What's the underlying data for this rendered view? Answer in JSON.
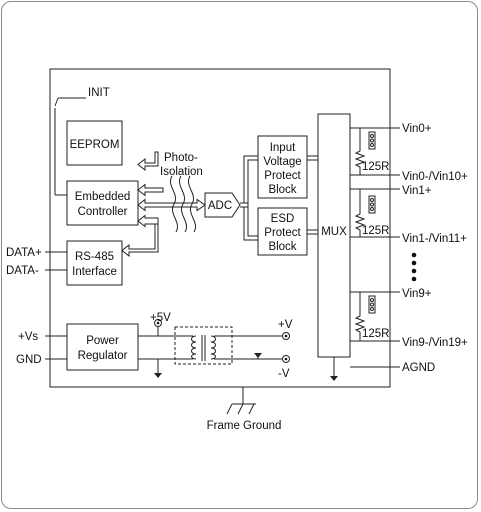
{
  "blocks": {
    "eeprom": "EEPROM",
    "embedded_controller": [
      "Embedded",
      "Controller"
    ],
    "rs485_interface": [
      "RS-485",
      "Interface"
    ],
    "power_regulator": [
      "Power",
      "Regulator"
    ],
    "adc": "ADC",
    "input_voltage_protect": [
      "Input",
      "Voltage",
      "Protect",
      "Block"
    ],
    "esd_protect": [
      "ESD",
      "Protect",
      "Block"
    ],
    "mux": "MUX"
  },
  "labels": {
    "init": "INIT",
    "photo_isolation": [
      "Photo-",
      "Isolation"
    ],
    "frame_ground": "Frame Ground",
    "plus5v": "+5V",
    "plus_v": "+V",
    "minus_v": "-V",
    "resistor": "125R"
  },
  "pins_left": {
    "data_plus": "DATA+",
    "data_minus": "DATA-",
    "vs": "+Vs",
    "gnd": "GND"
  },
  "pins_right": {
    "vin0p": "Vin0+",
    "vin0m": "Vin0-/Vin10+",
    "vin1p": "Vin1+",
    "vin1m": "Vin1-/Vin11+",
    "vin9p": "Vin9+",
    "vin9m": "Vin9-/Vin19+",
    "agnd": "AGND"
  }
}
